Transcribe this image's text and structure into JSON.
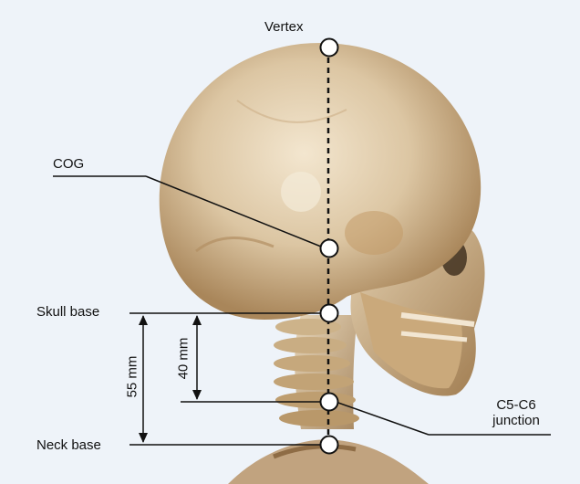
{
  "labels": {
    "vertex": "Vertex",
    "cog": "COG",
    "skull_base": "Skull base",
    "neck_base": "Neck base",
    "c5c6_line1": "C5-C6",
    "c5c6_line2": "junction",
    "dim_55": "55 mm",
    "dim_40": "40 mm"
  },
  "colors": {
    "background": "#eef3f9",
    "bone": "#d9c4a2",
    "bone_shadow": "#a7875c",
    "line": "#111111",
    "marker_fill": "#ffffff"
  }
}
